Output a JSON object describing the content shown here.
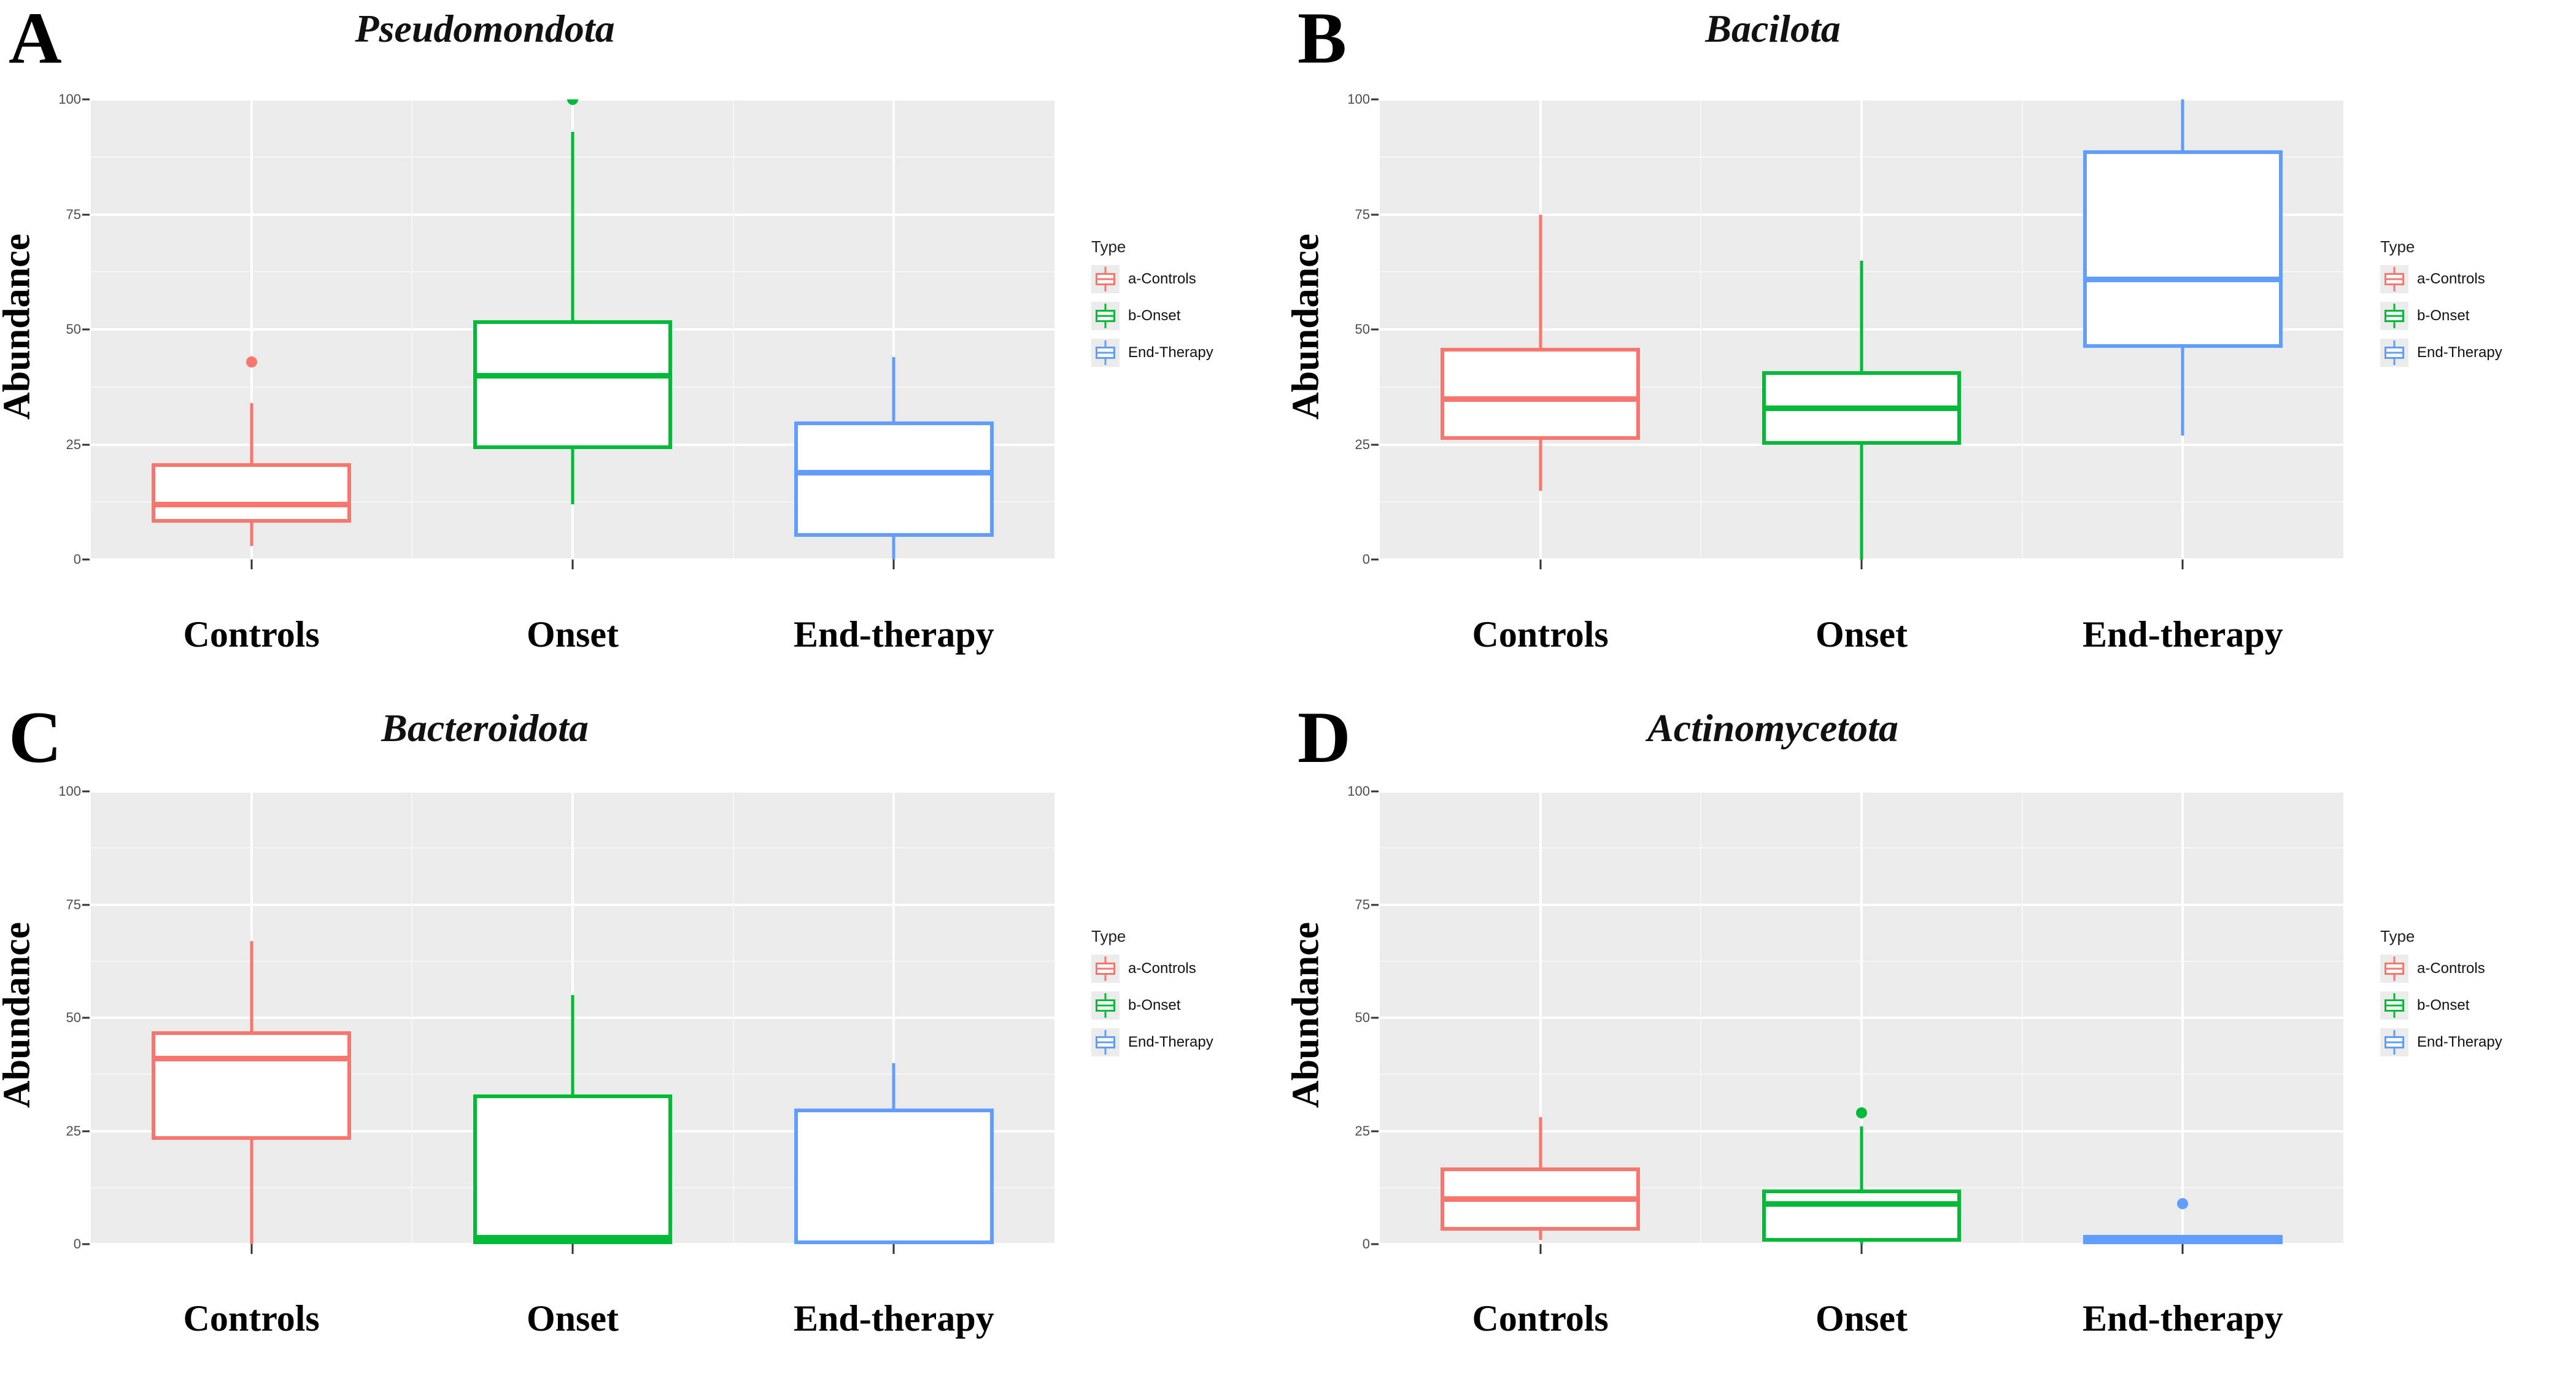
{
  "figure": {
    "axis_title": "Abundance",
    "legend_title": "Type",
    "y_ticks": [
      "0",
      "25",
      "50",
      "75",
      "100"
    ],
    "x_categories": [
      "Controls",
      "Onset",
      "End-therapy"
    ],
    "legend_items": [
      {
        "label": "a-Controls",
        "color": "#F8766D"
      },
      {
        "label": "b-Onset",
        "color": "#00BA38"
      },
      {
        "label": "End-Therapy",
        "color": "#619CFF"
      }
    ]
  },
  "panels": [
    {
      "letter": "A",
      "title": "Pseudomondota"
    },
    {
      "letter": "B",
      "title": "Bacilota"
    },
    {
      "letter": "C",
      "title": "Bacteroidota"
    },
    {
      "letter": "D",
      "title": "Actinomycetota"
    }
  ],
  "chart_data": [
    {
      "type": "box",
      "panel": "A",
      "title": "Pseudomondota",
      "xlabel": "",
      "ylabel": "Abundance",
      "ylim": [
        0,
        100
      ],
      "yticks": [
        0,
        25,
        50,
        75,
        100
      ],
      "grid": true,
      "legend_position": "right",
      "categories": [
        "Controls",
        "Onset",
        "End-therapy"
      ],
      "series": [
        {
          "name": "a-Controls",
          "color": "#F8766D",
          "whisker_low": 3,
          "q1": 8,
          "median": 12,
          "q3": 21,
          "whisker_high": 34,
          "outliers": [
            43
          ]
        },
        {
          "name": "b-Onset",
          "color": "#00BA38",
          "whisker_low": 12,
          "q1": 24,
          "median": 40,
          "q3": 52,
          "whisker_high": 93,
          "outliers": [
            100
          ]
        },
        {
          "name": "End-Therapy",
          "color": "#619CFF",
          "whisker_low": 0,
          "q1": 5,
          "median": 19,
          "q3": 30,
          "whisker_high": 44,
          "outliers": []
        }
      ]
    },
    {
      "type": "box",
      "panel": "B",
      "title": "Bacilota",
      "xlabel": "",
      "ylabel": "Abundance",
      "ylim": [
        0,
        100
      ],
      "yticks": [
        0,
        25,
        50,
        75,
        100
      ],
      "grid": true,
      "legend_position": "right",
      "categories": [
        "Controls",
        "Onset",
        "End-therapy"
      ],
      "series": [
        {
          "name": "a-Controls",
          "color": "#F8766D",
          "whisker_low": 15,
          "q1": 26,
          "median": 35,
          "q3": 46,
          "whisker_high": 75,
          "outliers": []
        },
        {
          "name": "b-Onset",
          "color": "#00BA38",
          "whisker_low": 0,
          "q1": 25,
          "median": 33,
          "q3": 41,
          "whisker_high": 65,
          "outliers": []
        },
        {
          "name": "End-Therapy",
          "color": "#619CFF",
          "whisker_low": 27,
          "q1": 46,
          "median": 61,
          "q3": 89,
          "whisker_high": 100,
          "outliers": []
        }
      ]
    },
    {
      "type": "box",
      "panel": "C",
      "title": "Bacteroidota",
      "xlabel": "",
      "ylabel": "Abundance",
      "ylim": [
        0,
        100
      ],
      "yticks": [
        0,
        25,
        50,
        75,
        100
      ],
      "grid": true,
      "legend_position": "right",
      "categories": [
        "Controls",
        "Onset",
        "End-therapy"
      ],
      "series": [
        {
          "name": "a-Controls",
          "color": "#F8766D",
          "whisker_low": 0,
          "q1": 23,
          "median": 41,
          "q3": 47,
          "whisker_high": 67,
          "outliers": []
        },
        {
          "name": "b-Onset",
          "color": "#00BA38",
          "whisker_low": 0,
          "q1": 0,
          "median": 1.5,
          "q3": 33,
          "whisker_high": 55,
          "outliers": []
        },
        {
          "name": "End-Therapy",
          "color": "#619CFF",
          "whisker_low": 0,
          "q1": 0,
          "median": 0,
          "q3": 30,
          "whisker_high": 40,
          "outliers": []
        }
      ]
    },
    {
      "type": "box",
      "panel": "D",
      "title": "Actinomycetota",
      "xlabel": "",
      "ylabel": "Abundance",
      "ylim": [
        0,
        100
      ],
      "yticks": [
        0,
        25,
        50,
        75,
        100
      ],
      "grid": true,
      "legend_position": "right",
      "categories": [
        "Controls",
        "Onset",
        "End-therapy"
      ],
      "series": [
        {
          "name": "a-Controls",
          "color": "#F8766D",
          "whisker_low": 1,
          "q1": 3,
          "median": 10,
          "q3": 17,
          "whisker_high": 28,
          "outliers": []
        },
        {
          "name": "b-Onset",
          "color": "#00BA38",
          "whisker_low": 0,
          "q1": 0.5,
          "median": 9,
          "q3": 12,
          "whisker_high": 26,
          "outliers": [
            29
          ]
        },
        {
          "name": "End-Therapy",
          "color": "#619CFF",
          "whisker_low": 0,
          "q1": 0,
          "median": 1,
          "q3": 2,
          "whisker_high": 2,
          "outliers": [
            9
          ]
        }
      ]
    }
  ]
}
